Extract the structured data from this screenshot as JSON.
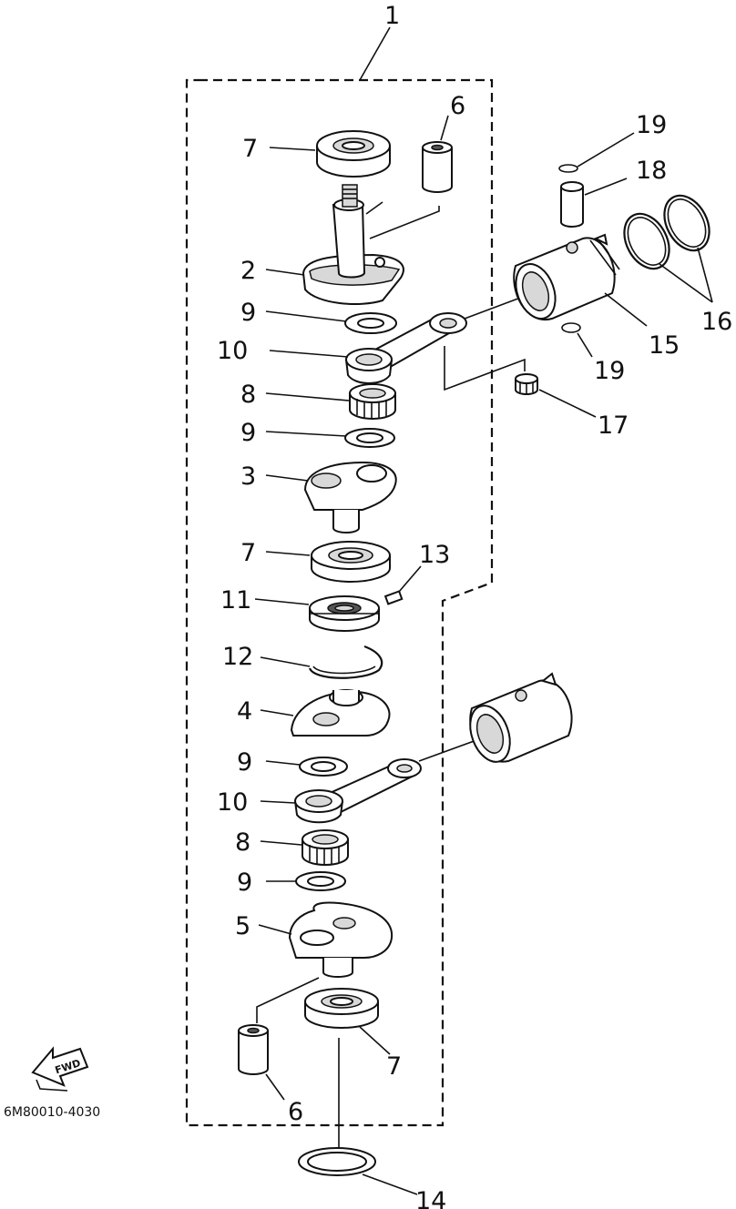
{
  "labels": {
    "l1": "1",
    "l2": "2",
    "l3": "3",
    "l4": "4",
    "l5": "5",
    "l6a": "6",
    "l6b": "6",
    "l7a": "7",
    "l7b": "7",
    "l7c": "7",
    "l8a": "8",
    "l8b": "8",
    "l9a": "9",
    "l9b": "9",
    "l9c": "9",
    "l9d": "9",
    "l10a": "10",
    "l10b": "10",
    "l11": "11",
    "l12": "12",
    "l13": "13",
    "l14": "14",
    "l15": "15",
    "l16": "16",
    "l17": "17",
    "l18": "18",
    "l19a": "19",
    "l19b": "19"
  },
  "drawing_code": "6M80010-4030",
  "fwd_text": "FWD",
  "icons": {
    "direction": "forward-arrow-icon"
  }
}
